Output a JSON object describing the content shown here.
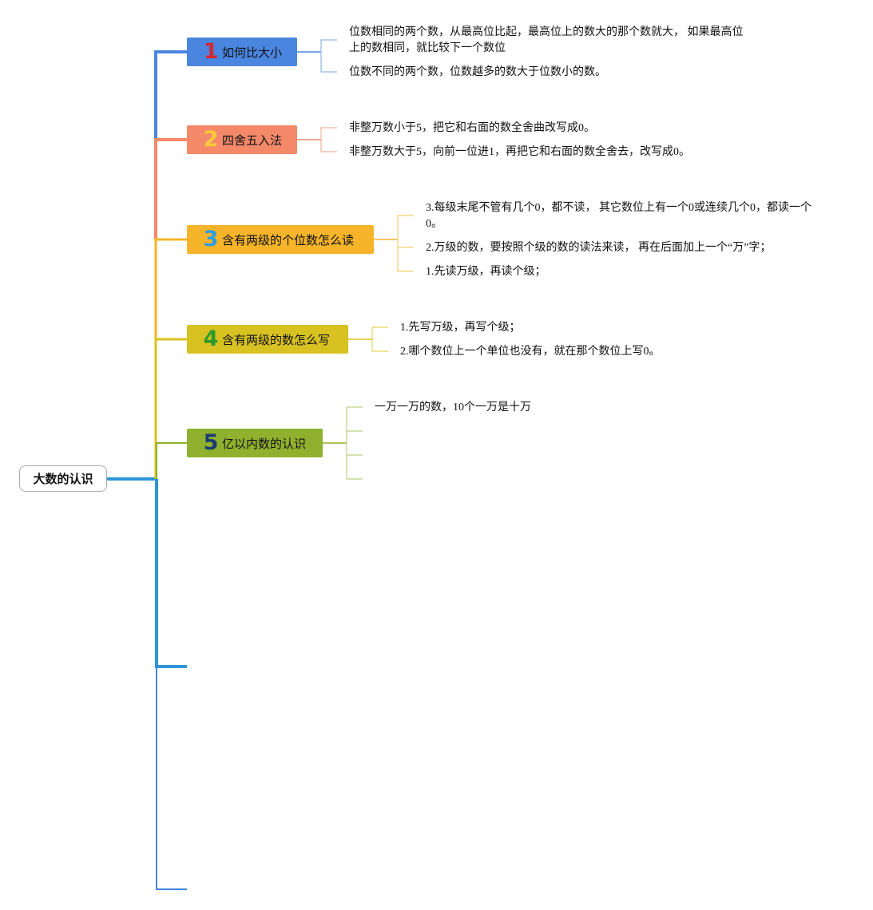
{
  "root": {
    "label": "大数的认识"
  },
  "colors": {
    "trunk": "#2e95d8",
    "topic1": "#4a86e0",
    "topic2": "#f4896a",
    "topic3": "#f5b429",
    "topic4": "#d8c222",
    "topic5": "#8fb12e",
    "num1": "#d42832",
    "num2": "#f8c93a",
    "num3": "#2e9ee0",
    "num4": "#2a9a2a",
    "num5": "#1e3a6e",
    "leaf_line1": "#8fb6e8",
    "leaf_line2": "#f4b09a",
    "leaf_line3": "#f5d06a",
    "leaf_line4": "#e6d65a",
    "leaf_line5": "#bcd083",
    "bottom_line": "#4a86e0"
  },
  "topics": [
    {
      "number": "1",
      "label": "如何比大小",
      "leaves": [
        "位数相同的两个数，从最高位比起，最高位上的数大的那个数就大， 如果最高位",
        "上的数相同，就比较下一个数位",
        "位数不同的两个数，位数越多的数大于位数小的数。"
      ]
    },
    {
      "number": "2",
      "label": "四舍五入法",
      "leaves": [
        "非整万数小于5，把它和右面的数全舍曲改写成0。",
        "非整万数大于5，向前一位进1，再把它和右面的数全舍去，改写成0。"
      ]
    },
    {
      "number": "3",
      "label": "含有两级的个位数怎么读",
      "leaves": [
        "3.每级末尾不管有几个0，都不读， 其它数位上有一个0或连续几个0，都读一个",
        "0。",
        "2.万级的数，要按照个级的数的读法来读， 再在后面加上一个“万”字；",
        "1.先读万级，再读个级；"
      ]
    },
    {
      "number": "4",
      "label": "含有两级的数怎么写",
      "leaves": [
        "1.先写万级，再写个级；",
        "2.哪个数位上一个单位也没有，就在那个数位上写0。"
      ]
    },
    {
      "number": "5",
      "label": "亿以内数的认识",
      "leaves": [
        "一万一万的数，10个一万是十万"
      ]
    }
  ]
}
